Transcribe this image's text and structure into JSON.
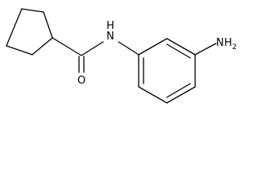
{
  "molecule": {
    "atoms": {
      "amide_n": {
        "symbol": "N",
        "h": "H"
      },
      "carbonyl_o": {
        "symbol": "O"
      },
      "amine": {
        "symbol": "N",
        "h": "H",
        "h_count": "2"
      }
    },
    "bond_color": "#000000"
  }
}
